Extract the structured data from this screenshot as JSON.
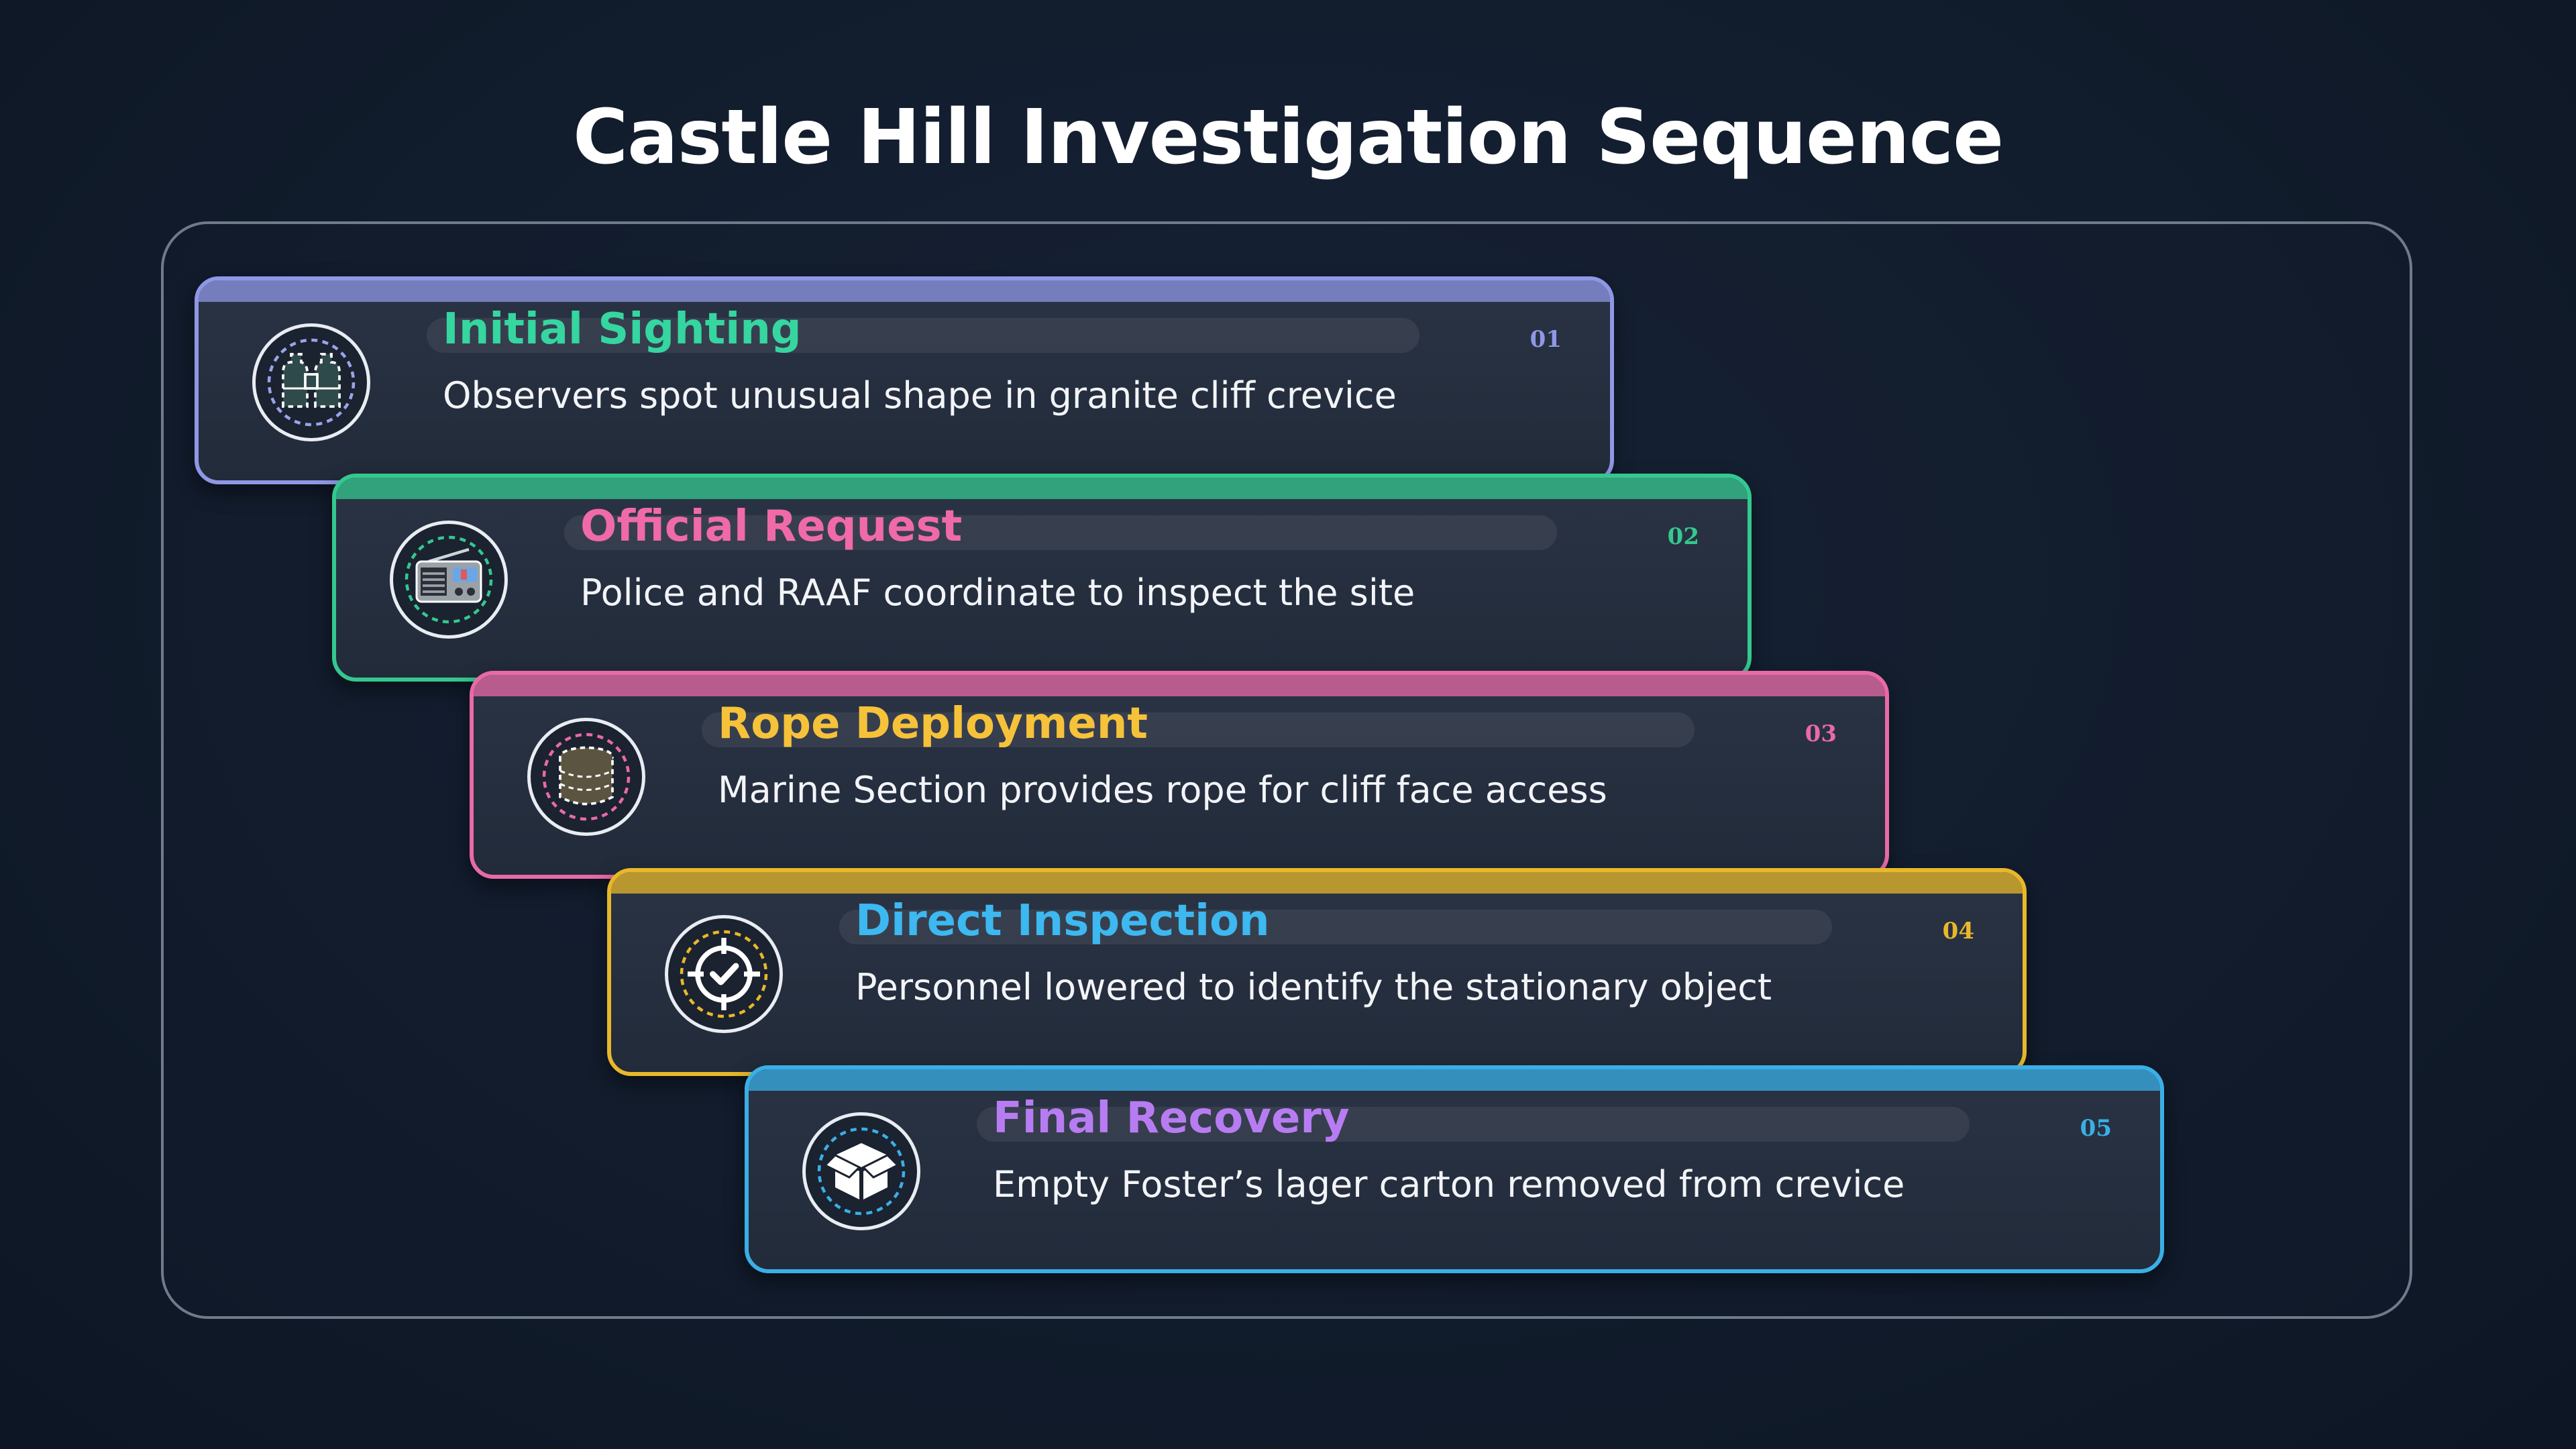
{
  "title": "Castle Hill Investigation Sequence",
  "steps": [
    {
      "number": "01",
      "heading": "Initial Sighting",
      "description": "Observers spot unusual shape in granite cliff crevice",
      "accent": "#8f97e6",
      "title_color": "#35d6a0",
      "icon": "binoculars-icon"
    },
    {
      "number": "02",
      "heading": "Official Request",
      "description": "Police and RAAF coordinate to inspect the site",
      "accent": "#34c88f",
      "title_color": "#f06aa8",
      "icon": "radio-icon"
    },
    {
      "number": "03",
      "heading": "Rope Deployment",
      "description": "Marine Section provides rope for cliff face access",
      "accent": "#e86aa6",
      "title_color": "#f6c23a",
      "icon": "rope-coil-icon"
    },
    {
      "number": "04",
      "heading": "Direct Inspection",
      "description": "Personnel lowered to identify the stationary object",
      "accent": "#e8b82a",
      "title_color": "#3db8f0",
      "icon": "target-check-icon"
    },
    {
      "number": "05",
      "heading": "Final Recovery",
      "description": "Empty Foster’s lager carton removed from crevice",
      "accent": "#3aafe6",
      "title_color": "#b77cf2",
      "icon": "box-icon"
    }
  ]
}
